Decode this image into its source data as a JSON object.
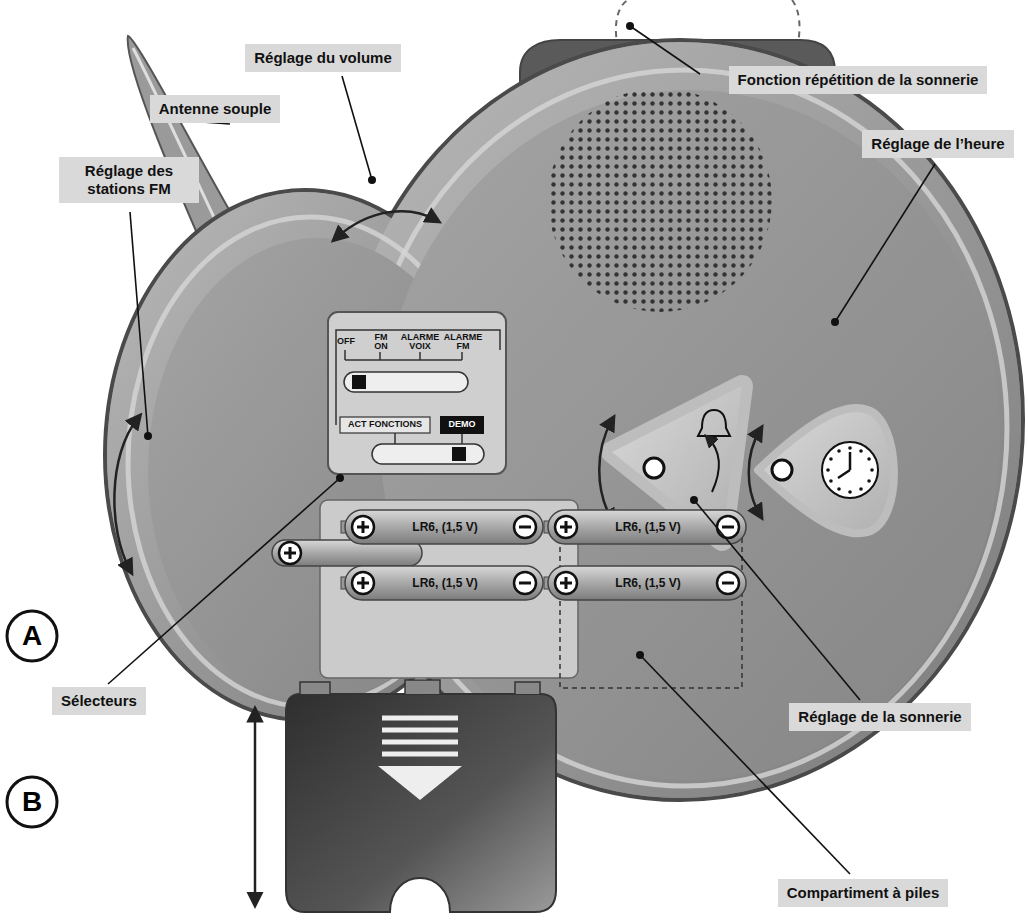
{
  "diagram": {
    "nodes": [
      {
        "text": [
          "Réglage du volume"
        ]
      },
      {
        "text": [
          "Fonction répétition de la sonnerie"
        ]
      },
      {
        "text": [
          "Antenne souple"
        ]
      },
      {
        "text": [
          "Réglage de l’heure"
        ]
      },
      {
        "text": [
          "Réglage des stations FM"
        ]
      },
      {
        "text": [
          "A"
        ]
      },
      {
        "text": [
          "Sélecteurs"
        ]
      },
      {
        "text": [
          "Réglage de la sonnerie"
        ]
      },
      {
        "text": [
          "B"
        ]
      },
      {
        "text": [
          "Compartiment à piles"
        ]
      }
    ],
    "labels": [
      "OFF",
      "FM ON",
      "ALARME VOIX",
      "ALARME FM",
      "ACT FONCTIONS",
      "DEMO",
      "LR6, (1,5 V)",
      "LR6, (1,5 V)",
      "LR6, (1,5 V)",
      "LR6, (1,5 V)"
    ]
  }
}
